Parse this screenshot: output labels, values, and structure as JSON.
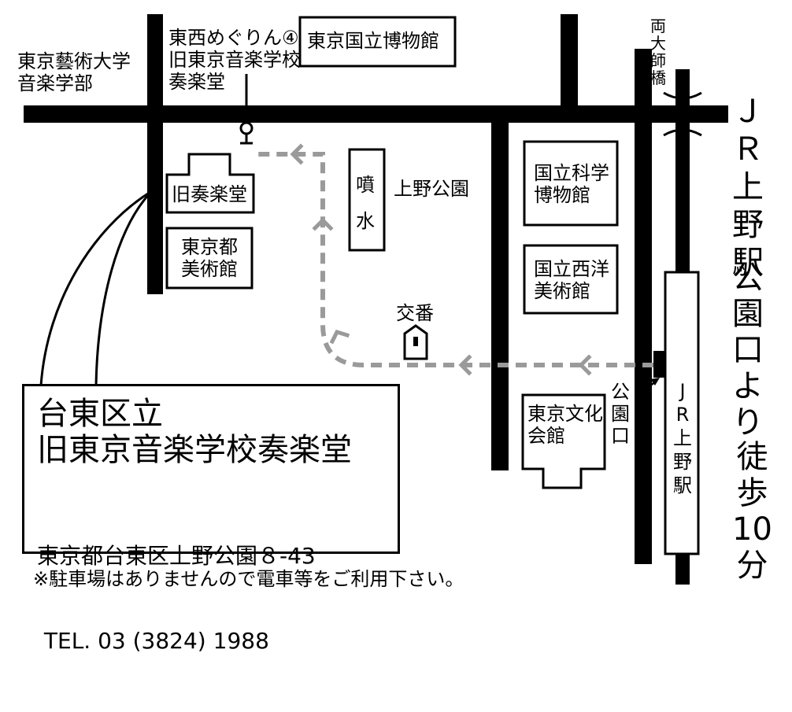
{
  "labels": {
    "geidai": [
      "東京藝術大学",
      "音楽学部"
    ],
    "bus_stop": [
      "東西めぐりん④",
      "旧東京音楽学校",
      "奏楽堂"
    ],
    "tokyo_national_museum": "東京国立博物館",
    "ryodaishi_bridge": [
      "両",
      "大",
      "師",
      "橋"
    ],
    "old_sogakudo": "旧奏楽堂",
    "tokyo_met_art_museum": [
      "東京都",
      "美術館"
    ],
    "fountain": [
      "噴",
      "水"
    ],
    "ueno_park": "上野公園",
    "science_museum": [
      "国立科学",
      "博物館"
    ],
    "western_art_museum": [
      "国立西洋",
      "美術館"
    ],
    "police_box": "交番",
    "park_exit": [
      "公",
      "園",
      "口"
    ],
    "bunka_kaikan": [
      "東京文化",
      "会館"
    ],
    "station_building": [
      "J",
      "R",
      "上",
      "野",
      "駅"
    ]
  },
  "right_caption": {
    "col1": [
      "Ｊ",
      "Ｒ",
      "上",
      "野",
      "駅"
    ],
    "col2": [
      "公",
      "園",
      "口",
      "よ",
      "り"
    ],
    "col3": [
      "徒",
      "歩",
      "10",
      "分"
    ]
  },
  "info_box": {
    "name_line1": "台東区立",
    "name_line2": "旧東京音楽学校奏楽堂",
    "address": "東京都台東区上野公園８‐43",
    "tel": " TEL. 03 (3824) 1988"
  },
  "footnote": "※駐車場はありませんので電車等をご利用下さい。",
  "colors": {
    "road": "#000000",
    "route": "#9a9a9a",
    "background": "#ffffff"
  }
}
